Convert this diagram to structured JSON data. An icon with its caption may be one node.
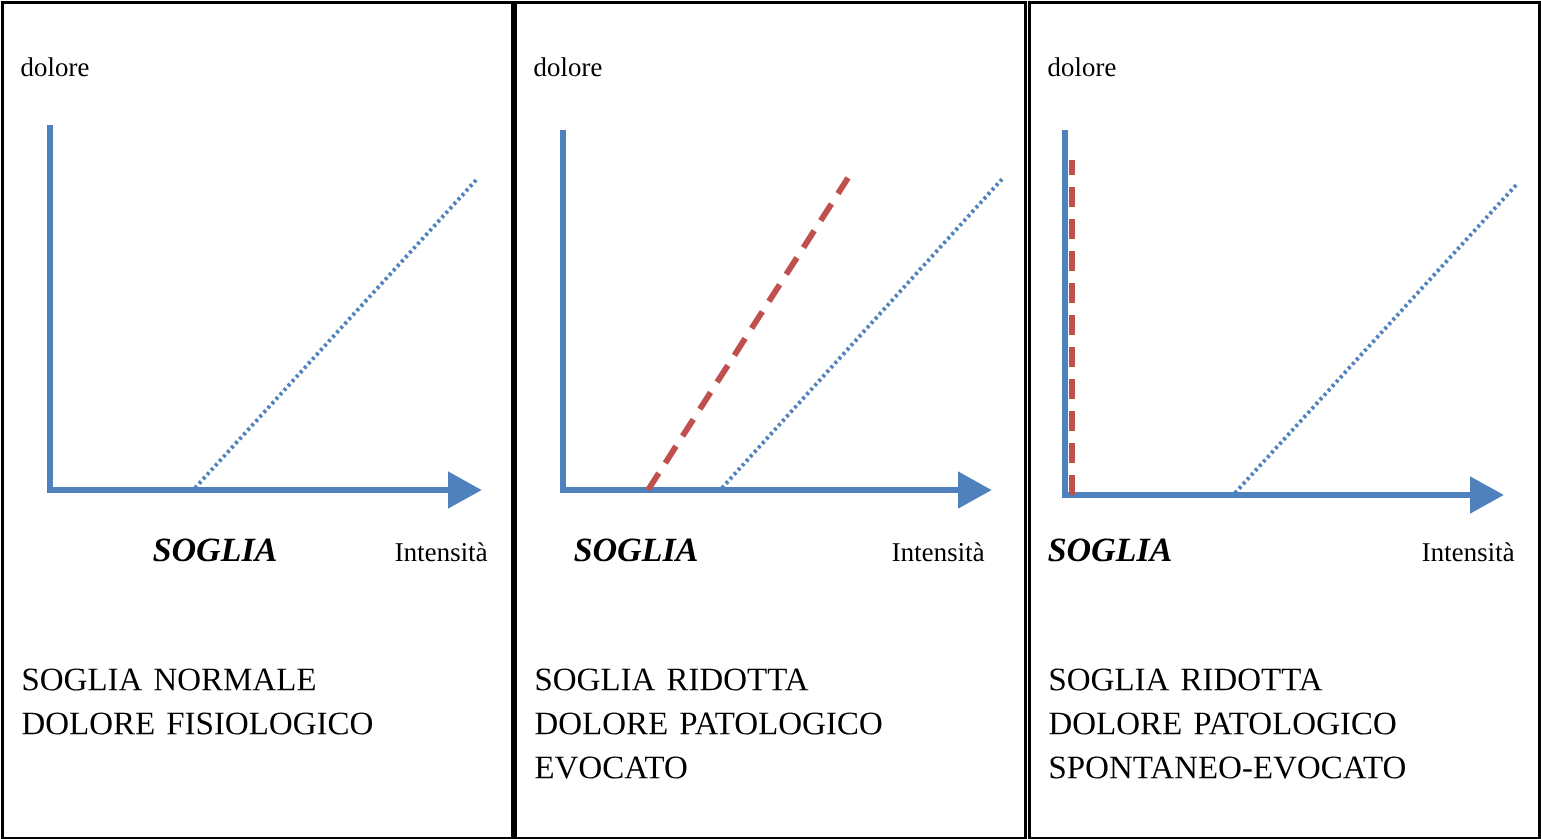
{
  "diagram": {
    "nodes": [
      {
        "text": [
          "dolore",
          "SOGLIA",
          "Intensità",
          "SOGLIA NORMALE DOLORE FISIOLOGICO"
        ]
      },
      {
        "text": [
          "dolore",
          "SOGLIA",
          "Intensità",
          "SOGLIA RIDOTTA DOLORE PATOLOGICO EVOCATO"
        ]
      },
      {
        "text": [
          "dolore",
          "SOGLIA",
          "Intensità",
          "SOGLIA RIDOTTA DOLORE PATOLOGICO SPONTANEO-EVOCATO"
        ]
      }
    ]
  }
}
